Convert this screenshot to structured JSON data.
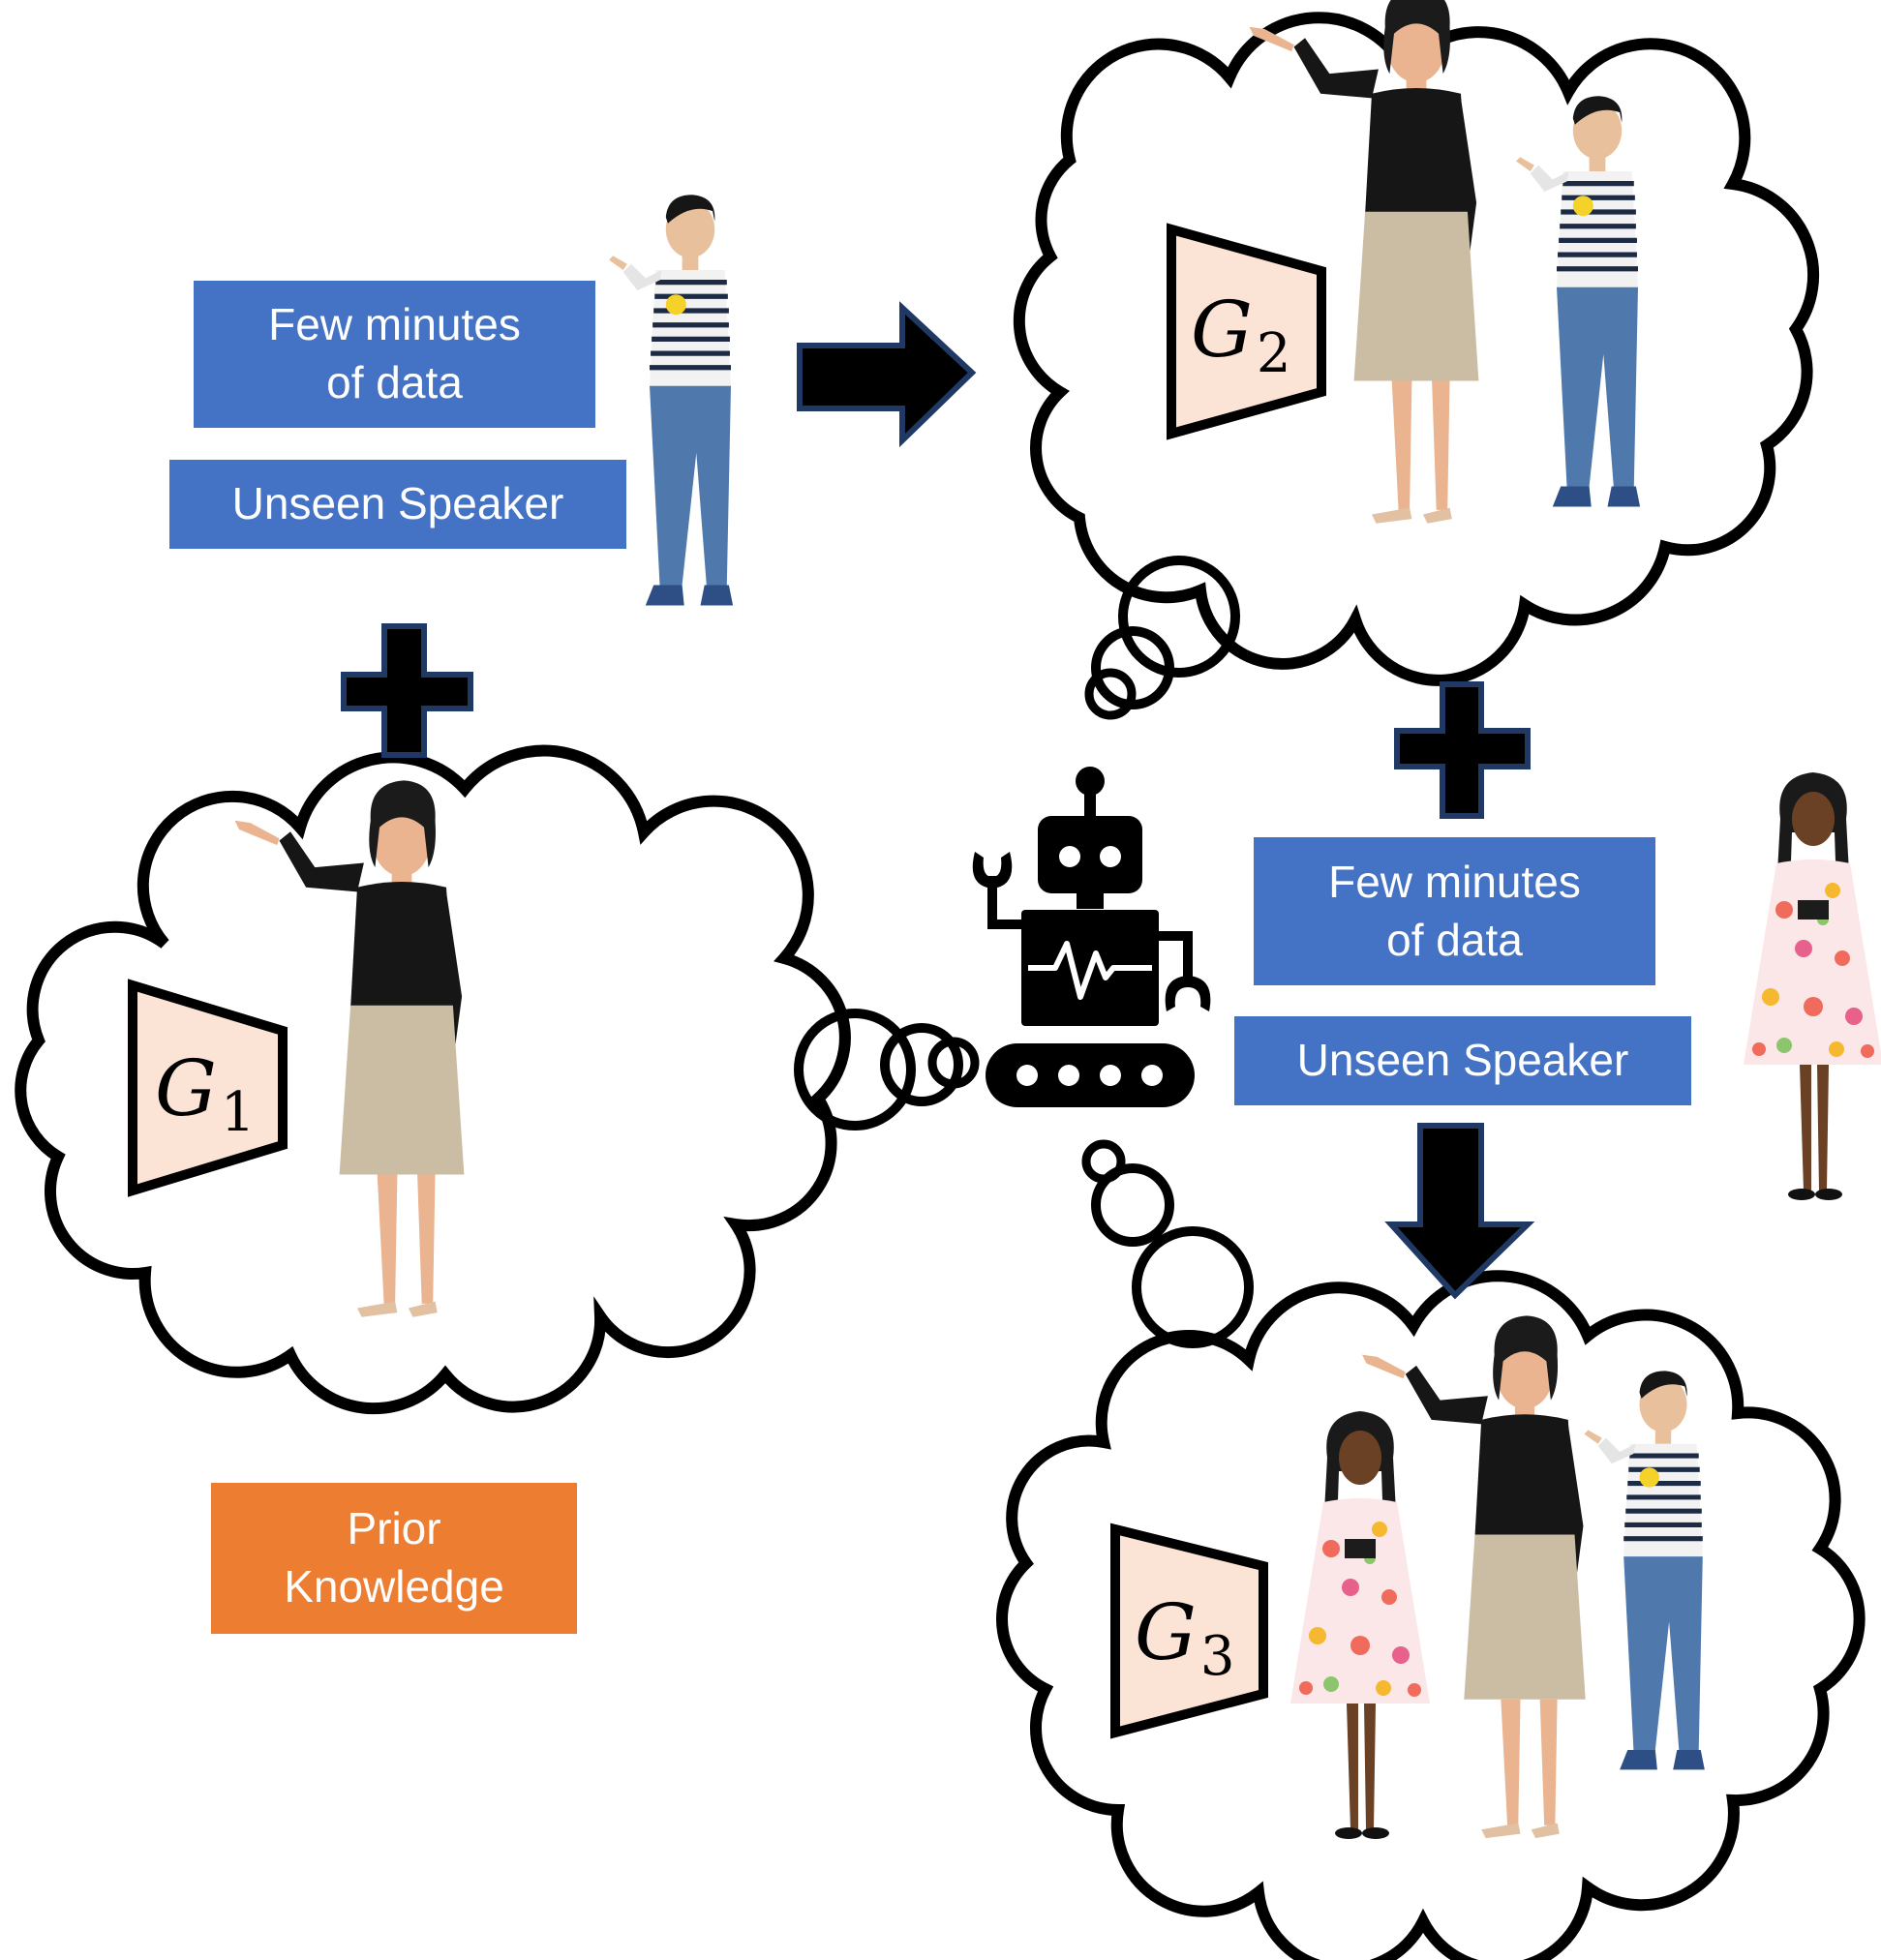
{
  "colors": {
    "data_box": "#4472c4",
    "prior_box": "#ed7d31",
    "generator_fill": "#fbe3d5",
    "arrow_fill": "#000000",
    "arrow_stroke": "#203864",
    "outline": "#000000"
  },
  "boxes": {
    "few_minutes_1": "Few minutes\nof data",
    "unseen_speaker_1": "Unseen Speaker",
    "few_minutes_2": "Few minutes\nof data",
    "unseen_speaker_2": "Unseen Speaker",
    "prior_knowledge": "Prior\nKnowledge"
  },
  "generators": {
    "g1": {
      "letter": "G",
      "sub": "1"
    },
    "g2": {
      "letter": "G",
      "sub": "2"
    },
    "g3": {
      "letter": "G",
      "sub": "3"
    }
  },
  "icons": {
    "robot": "robot-icon",
    "arrow_right": "right-arrow-icon",
    "arrow_down": "down-arrow-icon",
    "plus": "plus-icon",
    "woman": "woman-speaker-figure",
    "boy": "boy-speaker-figure",
    "girl": "girl-speaker-figure"
  }
}
